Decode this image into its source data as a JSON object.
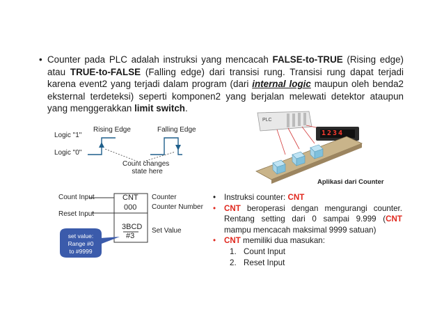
{
  "intro": {
    "p1": "Counter pada PLC adalah instruksi yang mencacah ",
    "b1": "FALSE-to-TRUE",
    "p2": " (Rising edge) atau ",
    "b2": "TRUE-to-FALSE",
    "p3": " (Falling edge) dari transisi rung. Transisi rung dapat terjadi karena event2 yang terjadi dalam program (dari ",
    "b3": "internal logic",
    "p4": " maupun oleh benda2 eksternal terdeteksi) seperti komponen2 yang berjalan melewati detektor ataupun yang menggerakkan ",
    "b4": "limit switch",
    "p5": "."
  },
  "timing": {
    "logic1": "Logic \"1\"",
    "logic0": "Logic \"0\"",
    "rising": "Rising Edge",
    "falling": "Falling Edge",
    "note_line1": "Count changes",
    "note_line2": "state here"
  },
  "counter_block": {
    "count_input": "Count Input",
    "reset_input": "Reset Input",
    "cnt": "CNT",
    "value": "000",
    "bcd": "3BCD",
    "setval": "#3",
    "counter_label": "Counter",
    "counter_number_label": "Counter Number",
    "set_value_label": "Set Value",
    "callout_line1": "set value:",
    "callout_line2": "Range #0",
    "callout_line3": "to #9999"
  },
  "illustration": {
    "plc": "PLC",
    "display": "1234",
    "caption": "Aplikasi dari Counter"
  },
  "right_list": {
    "item1_text": "Instruksi counter: ",
    "item1_red": "CNT",
    "item2_red": "CNT",
    "item2_text": " beroperasi dengan mengurangi counter. Rentang setting dari 0 sampai 9.999 (",
    "item2_red2": "CNT",
    "item2_text2": " mampu mencacah maksimal 9999 satuan)",
    "item3_red": "CNT",
    "item3_text": " memiliki dua masukan:",
    "sub1": "Count Input",
    "sub2": "Reset Input"
  },
  "colors": {
    "red": "#e0281e",
    "callout": "#3b5bab",
    "belt": "#c9b48a"
  }
}
